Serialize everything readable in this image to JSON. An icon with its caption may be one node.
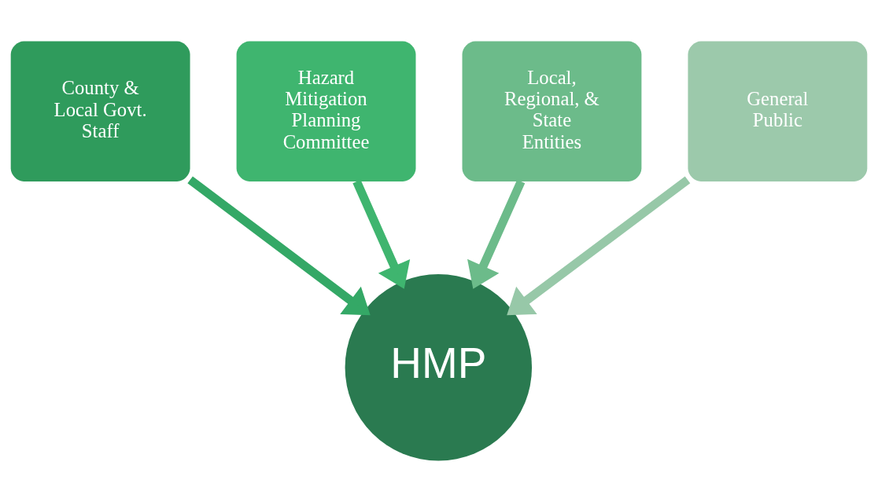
{
  "diagram": {
    "nodes": [
      {
        "text": [
          "Hazard Mitigation Planning Committee"
        ]
      },
      {
        "text": [
          "Local, Regional, & State Entities"
        ]
      },
      {
        "text": [
          "County & Local Govt. Staff"
        ]
      },
      {
        "text": [
          "General Public"
        ]
      },
      {
        "text": [
          "HMP"
        ]
      }
    ],
    "edges": [
      {
        "from": 0,
        "to": 4,
        "arrow": "to",
        "color": "#3fb56f"
      },
      {
        "from": 1,
        "to": 4,
        "arrow": "to",
        "color": "#6cbb8a"
      },
      {
        "from": 2,
        "to": 4,
        "arrow": "to",
        "color": "#34a866"
      },
      {
        "from": 3,
        "to": 4,
        "arrow": "to",
        "color": "#97c8a8"
      }
    ]
  }
}
